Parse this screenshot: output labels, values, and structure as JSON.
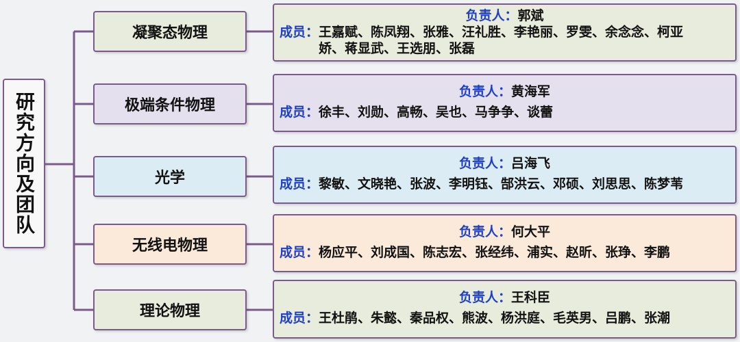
{
  "root_title": "研究方向及团队",
  "labels": {
    "leader": "负责人：",
    "members": "成员："
  },
  "colors": {
    "border": "#7a5a8c",
    "label_blue": "#1d3fc9",
    "green_fill": "#e8ecdc",
    "purple_fill": "#e4e0ee",
    "blue_fill": "#dcecf4",
    "peach_fill": "#fbe9d9"
  },
  "groups": [
    {
      "name": "凝聚态物理",
      "leader": "郭斌",
      "members": "王嘉赋、陈凤翔、张雅、汪礼胜、李艳丽、罗雯、余念念、柯亚娇、蒋显武、王选朋、张磊"
    },
    {
      "name": "极端条件物理",
      "leader": "黄海军",
      "members": "徐丰、刘勋、高畅、吴也、马争争、谈蕾"
    },
    {
      "name": "光学",
      "leader": "吕海飞",
      "members": "黎敏、文晓艳、张波、李明钰、郜洪云、邓硕、刘思思、陈梦苇"
    },
    {
      "name": "无线电物理",
      "leader": "何大平",
      "members": "杨应平、刘成国、陈志宏、张经纬、浦实、赵昕、张琤、李鹏"
    },
    {
      "name": "理论物理",
      "leader": "王科臣",
      "members": "王杜鹃、朱懿、秦品权、熊波、杨洪庭、毛英男、吕鹏、张潮"
    }
  ]
}
